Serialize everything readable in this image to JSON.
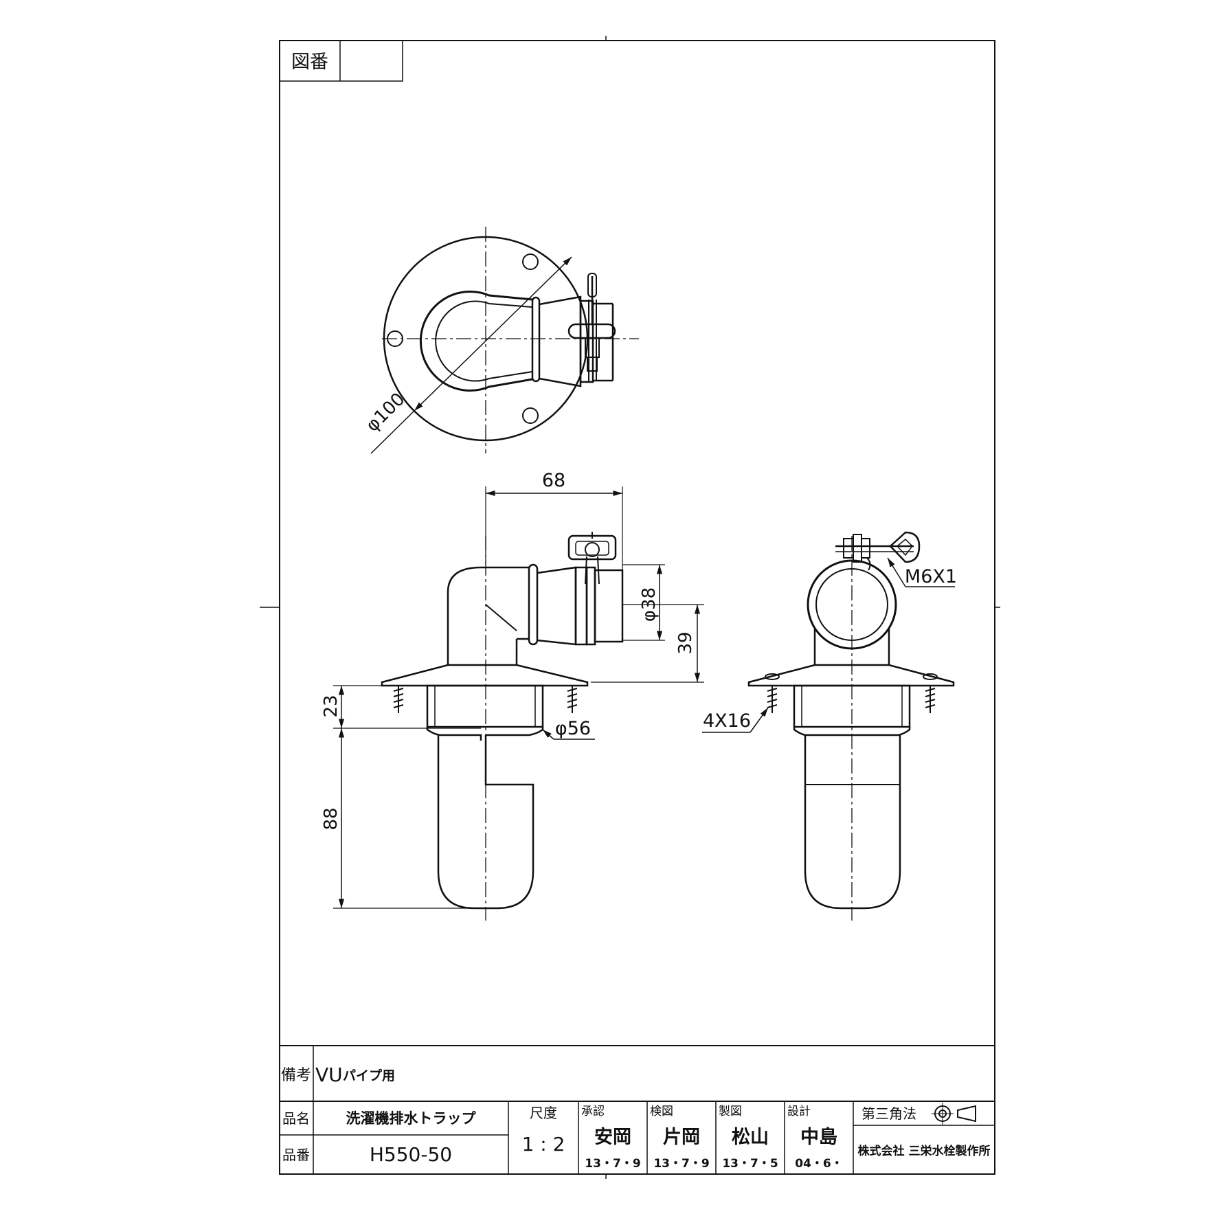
{
  "drawing_number_label": "図番",
  "drawing_number_value": "",
  "dimensions": {
    "flange_diameter": "φ100",
    "offset_68": "68",
    "outlet_diameter": "φ38",
    "height_39": "39",
    "depth_23": "23",
    "body_diameter": "φ56",
    "height_88": "88",
    "screw": "4X16",
    "bolt": "M6X1"
  },
  "title_block": {
    "remarks_label": "備考",
    "remarks_value_main": "VU",
    "remarks_value_sub": "パイプ用",
    "name_label": "品名",
    "name_value": "洗濯機排水トラップ",
    "number_label": "品番",
    "number_value": "H550-50",
    "scale_label": "尺度",
    "scale_value": "1 : 2",
    "approvals": [
      {
        "role": "承認",
        "name": "安岡",
        "date": "13・7・9"
      },
      {
        "role": "検図",
        "name": "片岡",
        "date": "13・7・9"
      },
      {
        "role": "製図",
        "name": "松山",
        "date": "13・7・5"
      },
      {
        "role": "設計",
        "name": "中島",
        "date": "04・6・"
      }
    ],
    "projection_label": "第三角法",
    "company": "株式会社 三栄水栓製作所"
  }
}
